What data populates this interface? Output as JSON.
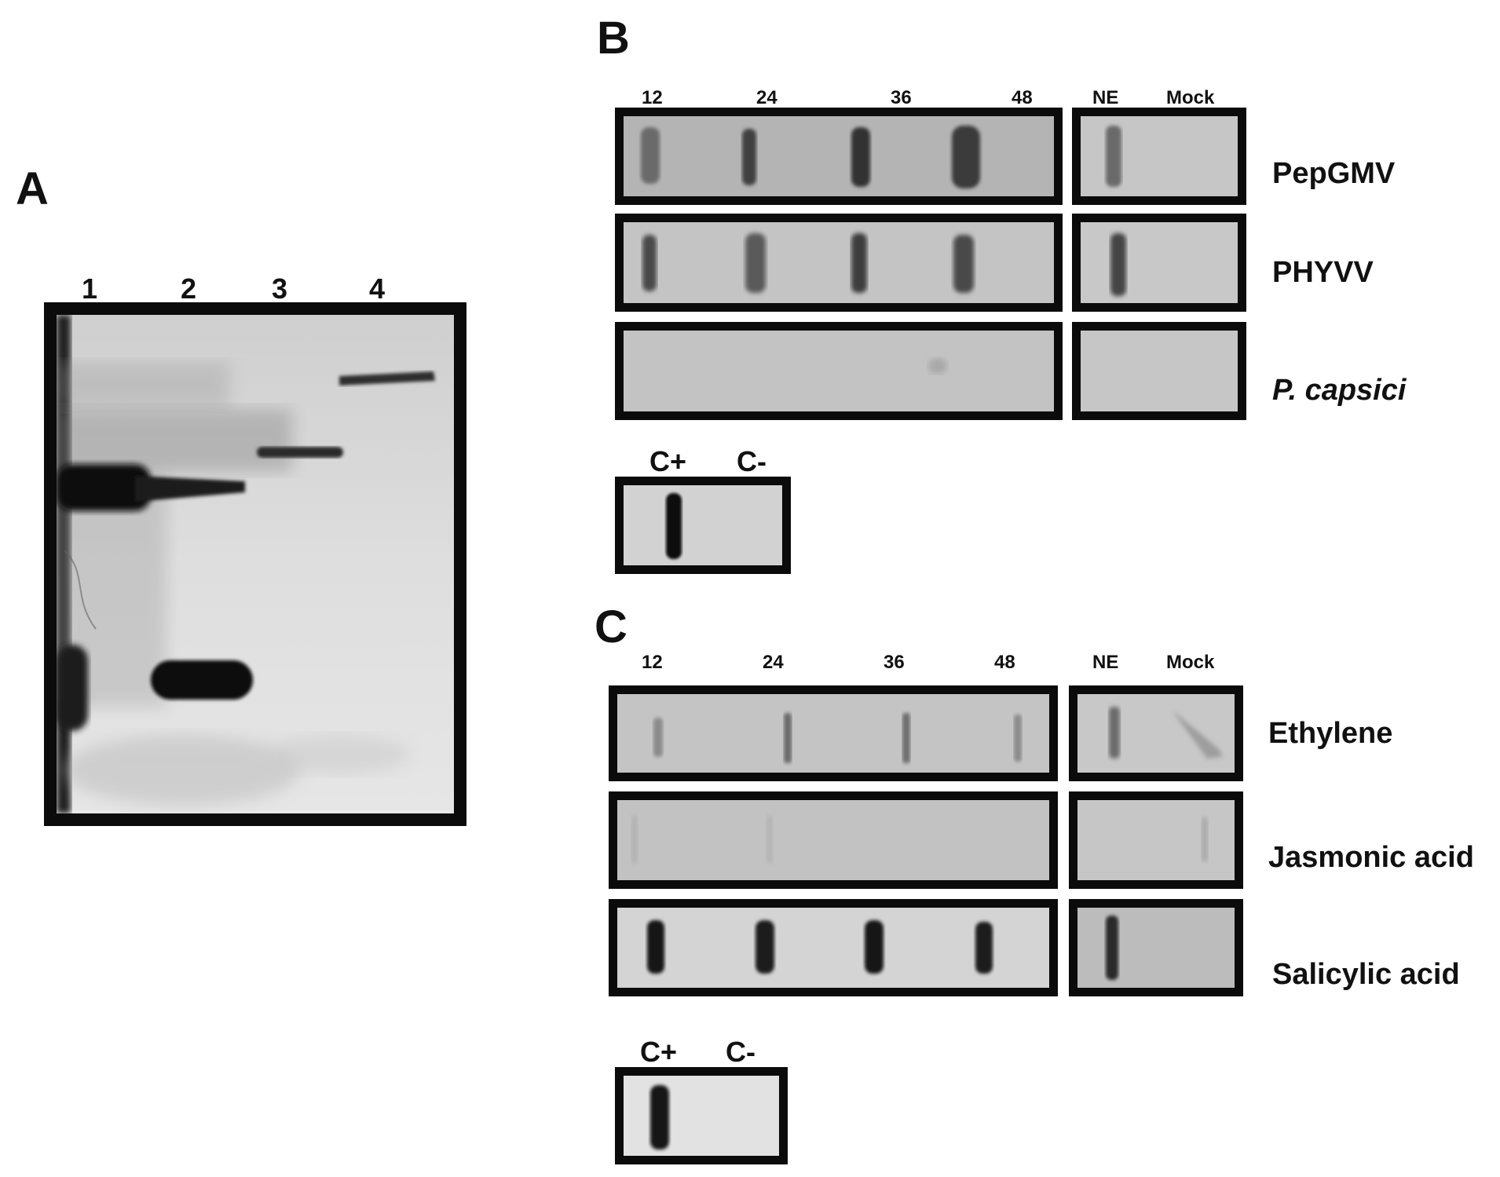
{
  "panels": {
    "a": {
      "letter": "A",
      "lanes": [
        "1",
        "2",
        "3",
        "4"
      ]
    },
    "b": {
      "letter": "B",
      "time_labels": [
        "12",
        "24",
        "36",
        "48"
      ],
      "side_labels": [
        "NE",
        "Mock"
      ],
      "rows": [
        "PepGMV",
        "PHYVV",
        "P. capsici"
      ],
      "controls": [
        "C+",
        "C-"
      ]
    },
    "c": {
      "letter": "C",
      "time_labels": [
        "12",
        "24",
        "36",
        "48"
      ],
      "side_labels": [
        "NE",
        "Mock"
      ],
      "rows": [
        "Ethylene",
        "Jasmonic acid",
        "Salicylic acid"
      ],
      "controls": [
        "C+",
        "C-"
      ]
    }
  }
}
